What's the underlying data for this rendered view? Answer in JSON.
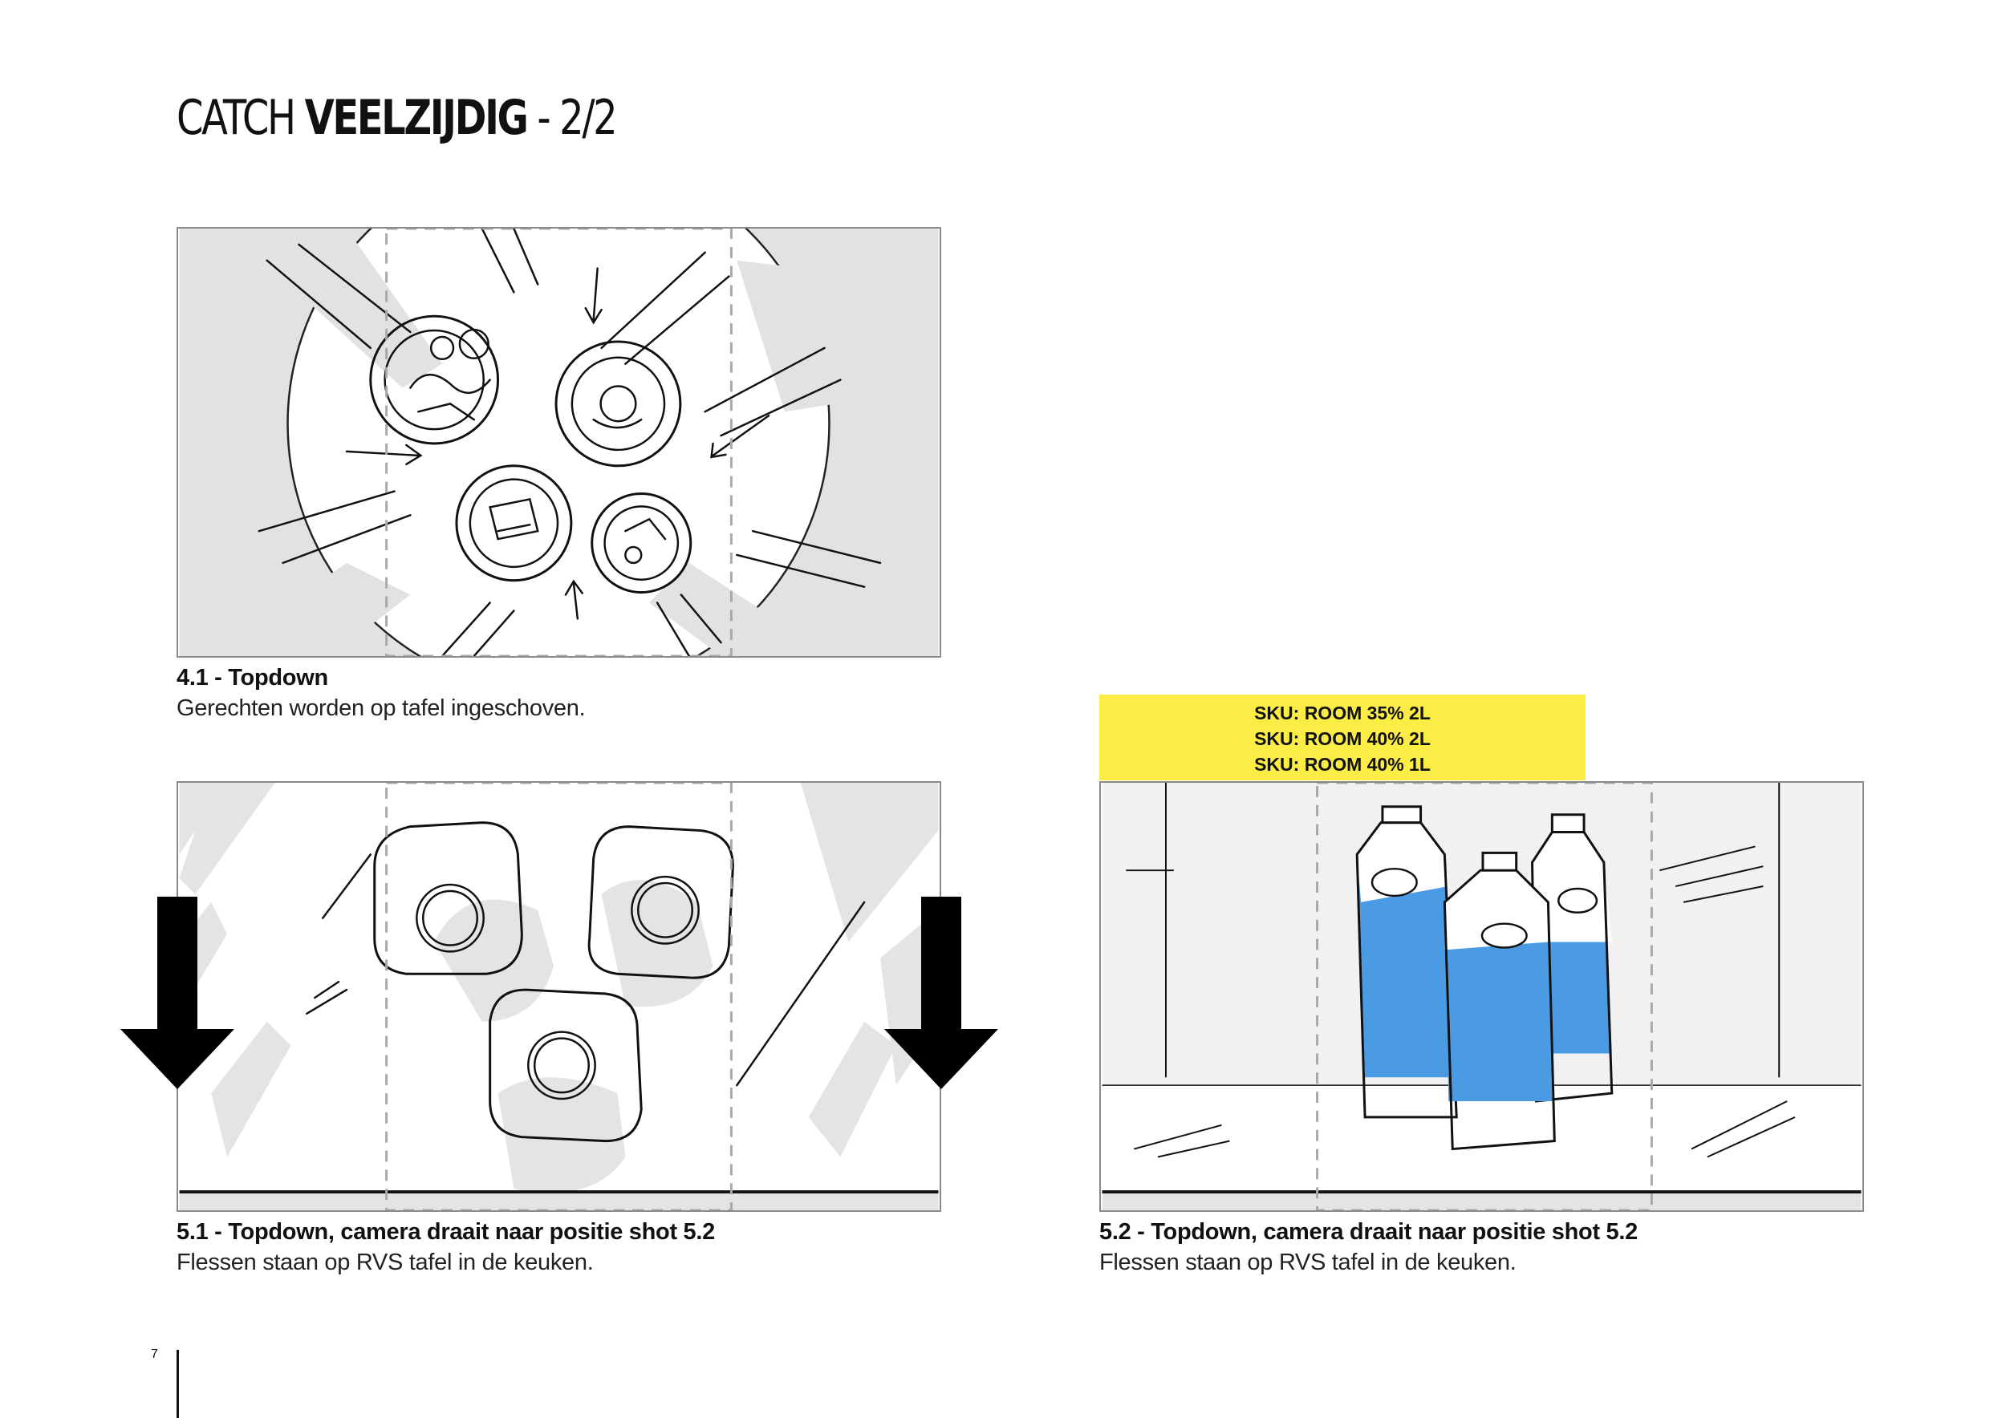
{
  "page": {
    "title_prefix": "CATCH ",
    "title_strong": "VEELZIJDIG",
    "title_suffix": " - 2/2",
    "page_number": "7"
  },
  "panels": [
    {
      "id": "4.1",
      "heading": "4.1 - Topdown",
      "description": "Gerechten worden op tafel ingeschoven."
    },
    {
      "id": "5.1",
      "heading": "5.1 - Topdown, camera draait naar positie shot 5.2",
      "description": "Flessen staan op RVS tafel in de keuken."
    },
    {
      "id": "5.2",
      "heading": "5.2 - Topdown, camera draait naar positie shot 5.2",
      "description": "Flessen staan op RVS tafel in de keuken.",
      "sku_lines": [
        "SKU: ROOM 35% 2L",
        "SKU: ROOM 40% 2L",
        "SKU: ROOM 40% 1L"
      ]
    }
  ],
  "colors": {
    "sketch_grey": "#e4e4e4",
    "bottle_blue": "#4a9be3",
    "sku_yellow": "#fbed45",
    "frame_dash": "#a9a9a9"
  }
}
